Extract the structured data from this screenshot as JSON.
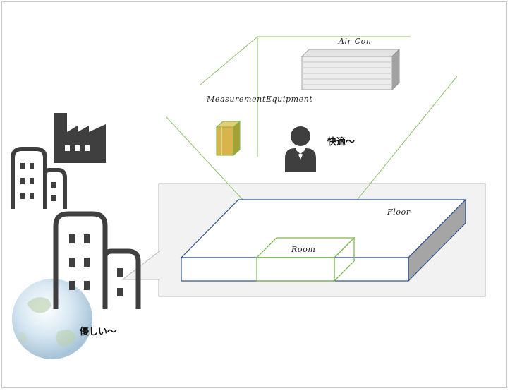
{
  "labels": {
    "air_con": "Air Con",
    "measurement_equipment": "MeasurementEquipment",
    "comfort": "快適～",
    "floor": "Floor",
    "room": "Room",
    "eco": "優しい～"
  },
  "icons": [
    "globe-icon",
    "factory-icon",
    "building-icon",
    "person-icon",
    "air-conditioner-icon",
    "measurement-equipment-icon"
  ],
  "colors": {
    "floor_outline": "#2f4f8f",
    "room_outline": "#7ab648",
    "sight_lines": "#8dc06a",
    "callout_fill": "#f2f2f2",
    "icon_dark": "#3f3f3f",
    "device_fill": "#d8b44a"
  }
}
